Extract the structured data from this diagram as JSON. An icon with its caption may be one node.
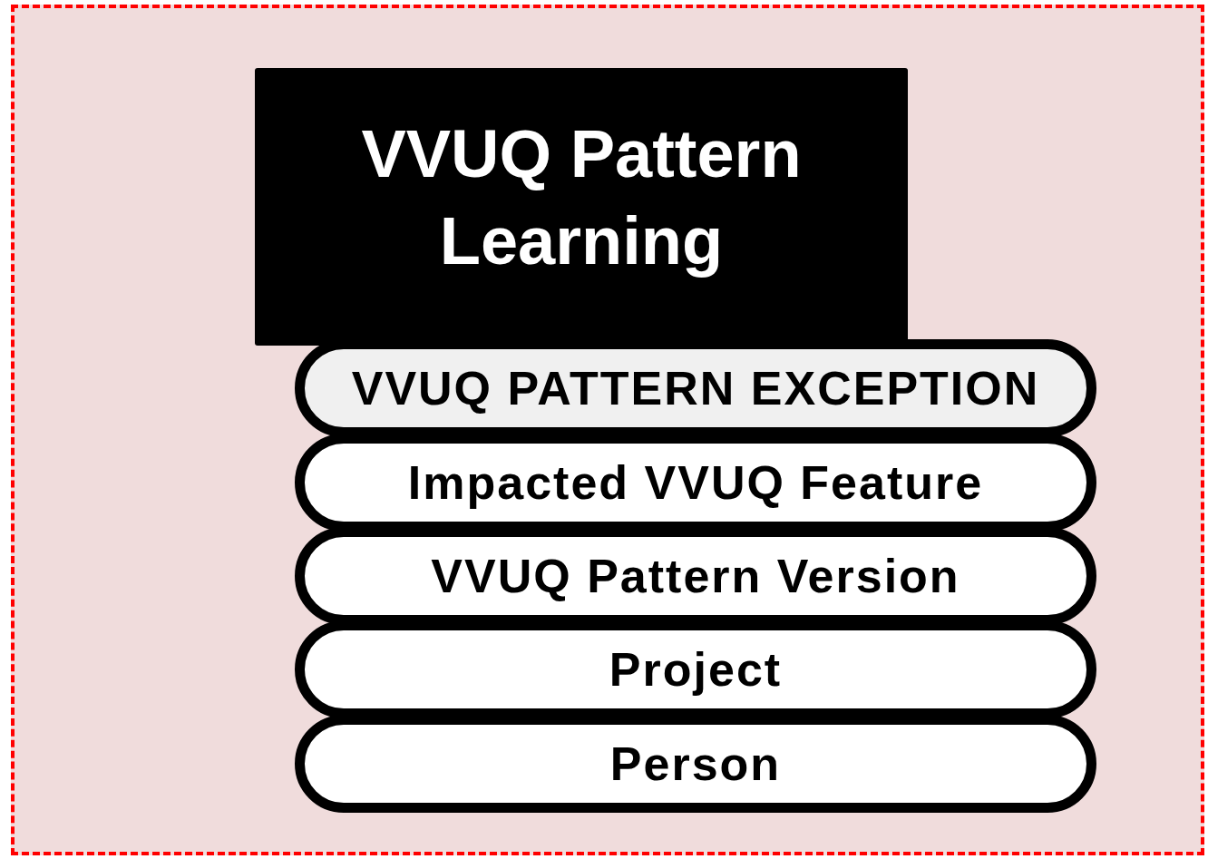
{
  "diagram": {
    "nodes": [
      {
        "text": [],
        "shape": "box"
      },
      {
        "text": [
          "VVUQ Pattern Learning"
        ],
        "in": 0
      },
      {
        "text": [
          "VVUQ PATTERN EXCEPTION"
        ],
        "in": 0
      },
      {
        "text": [
          "Impacted VVUQ Feature"
        ],
        "in": 0
      },
      {
        "text": [
          "VVUQ Pattern Version"
        ],
        "in": 0
      },
      {
        "text": [
          "Project"
        ],
        "in": 0
      },
      {
        "text": [
          "Person"
        ],
        "in": 0
      }
    ],
    "edges": []
  }
}
